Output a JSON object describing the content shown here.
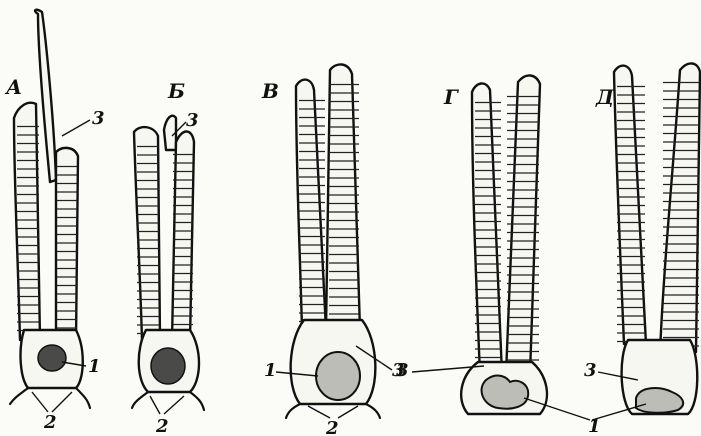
{
  "panels": [
    {
      "id": "a",
      "label": "А"
    },
    {
      "id": "b",
      "label": "Б"
    },
    {
      "id": "v",
      "label": "В"
    },
    {
      "id": "g",
      "label": "Г"
    },
    {
      "id": "d",
      "label": "Д"
    }
  ],
  "labels": {
    "a": {
      "one": "1",
      "two": "2",
      "three": "3"
    },
    "b": {
      "two": "2",
      "three": "3"
    },
    "v": {
      "one": "1",
      "two": "2",
      "three": "3"
    },
    "g": {
      "one": "1",
      "three": "3"
    },
    "d": {
      "three": "3"
    }
  },
  "colors": {
    "ink": "#111111",
    "paper": "#f7f7f2",
    "nucleus_dark": "#4a4a48",
    "nucleus_light": "#bdbdb8"
  }
}
